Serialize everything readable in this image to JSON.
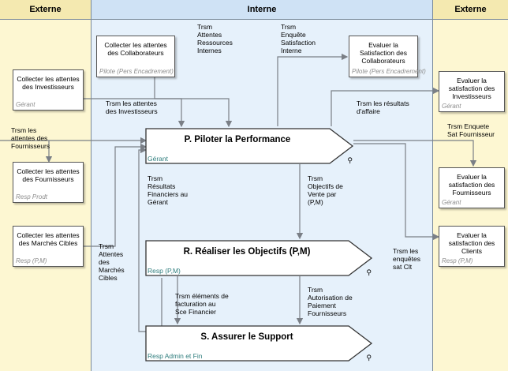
{
  "lanes": {
    "left": "Externe",
    "center": "Interne",
    "right": "Externe"
  },
  "left_boxes": [
    {
      "title": "Collecter les attentes des Investisseurs",
      "role": "Gérant"
    },
    {
      "title": "Collecter les attentes des Fournisseurs",
      "role": "Resp Prodt"
    },
    {
      "title": "Collecter les attentes des Marchés Cibles",
      "role": "Resp (P,M)"
    }
  ],
  "top_boxes": [
    {
      "title": "Collecter les attentes des Collaborateurs",
      "role": "Pilote (Pers Encadrement)"
    },
    {
      "title": "Evaluer la Satisfaction des Collaborateurs",
      "role": "Pilote (Pers Encadrement)"
    }
  ],
  "right_boxes": [
    {
      "title": "Evaluer la satisfaction des Investisseurs",
      "role": "Gérant"
    },
    {
      "title": "Evaluer la satisfaction des Fournisseurs",
      "role": "Gérant"
    },
    {
      "title": "Evaluer la satisfaction des Clients",
      "role": "Resp (P,M)"
    }
  ],
  "processes": [
    {
      "title": "P. Piloter la Performance",
      "role": "Gérant"
    },
    {
      "title": "R. Réaliser les Objectifs (P,M)",
      "role": "Resp (P,M)"
    },
    {
      "title": "S. Assurer le Support",
      "role": "Resp Admin et Fin"
    }
  ],
  "flows": {
    "attentes_ressources": "Trsm\nAttentes\nRessources\nInternes",
    "enquete_interne": "Trsm\nEnquête\nSatisfaction\nInterne",
    "attentes_investisseurs": "Trsm les attentes\ndes Investisseurs",
    "resultats_affaire": "Trsm les résultats\nd'affaire",
    "attentes_fournisseurs": "Trsm les\nattentes des\nFournisseurs",
    "enquete_fournisseur": "Trsm Enquete\nSat Fournisseur",
    "resultats_financiers": "Trsm\nRésultats\nFinanciers au\nGérant",
    "objectifs_vente": "Trsm\nObjectifs de\nVente par\n(P,M)",
    "attentes_marches": "Trsm\nAttentes\ndes\nMarchés\nCibles",
    "enquetes_clt": "Trsm les\nenquêtes\nsat Clt",
    "facturation": "Trsm éléments de\nfacturation au\nSce Financier",
    "autorisation": "Trsm\nAutorisation de\nPaiement\nFournisseurs"
  },
  "icons": {
    "process_zoom": "magnifier-icon"
  },
  "colors": {
    "external_lane": "#fdf7d2",
    "internal_lane": "#e6f1fb",
    "process_role": "#2e7d7d"
  }
}
